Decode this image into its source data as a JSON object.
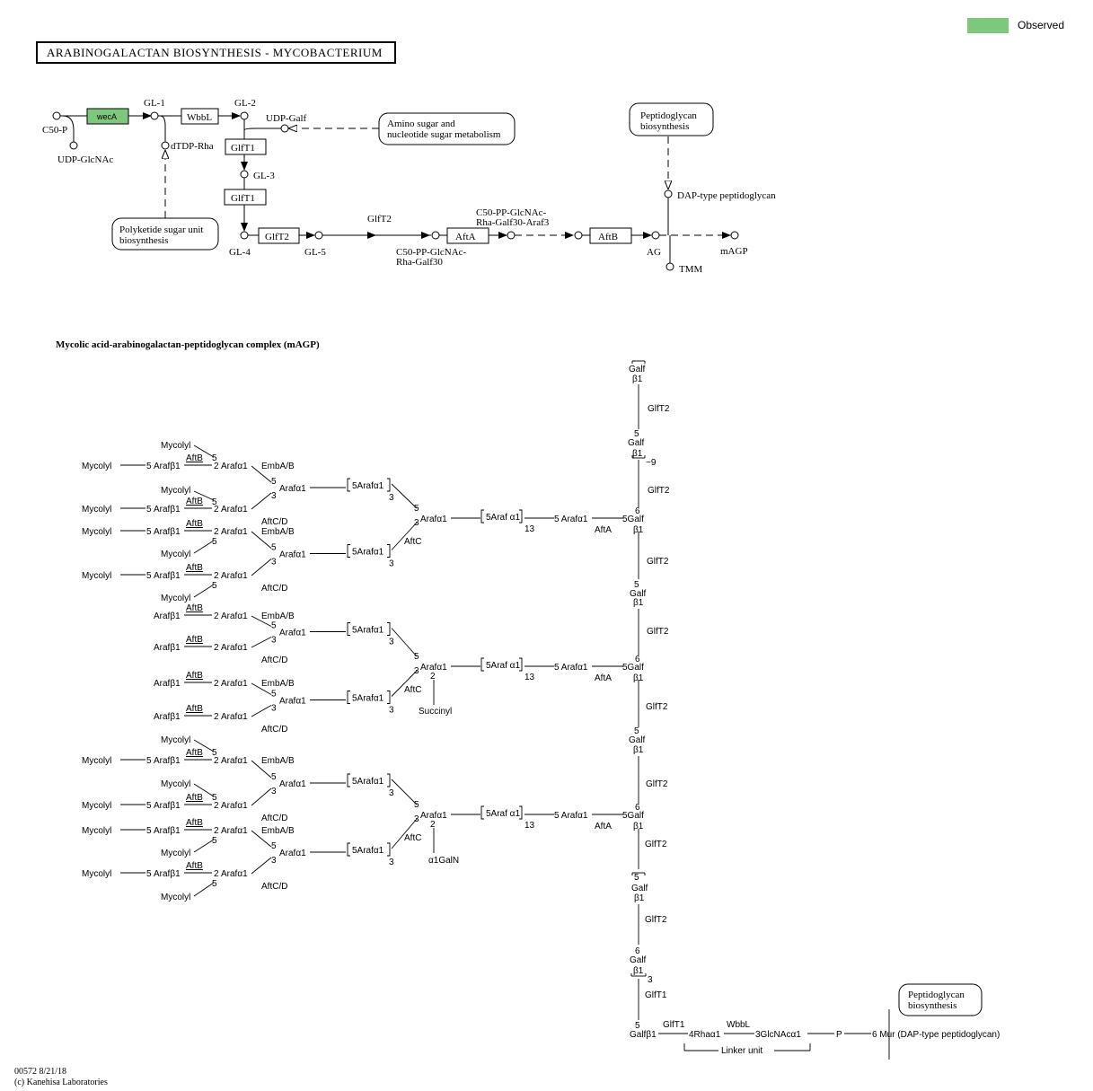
{
  "title": "ARABINOGALACTAN BIOSYNTHESIS - MYCOBACTERIUM",
  "legend": {
    "label": "Observed",
    "color": "#7ec87e"
  },
  "pathway": {
    "enzymes": [
      "wecA",
      "WbbL",
      "GlfT1",
      "GlfT1",
      "GlfT2",
      "AftA",
      "AftB"
    ],
    "compounds": {
      "c50p": "C50-P",
      "udpglcnac": "UDP-GlcNAc",
      "gl1": "GL-1",
      "gl2": "GL-2",
      "dtdprha": "dTDP-Rha",
      "udpgalf": "UDP-Galf",
      "gl3": "GL-3",
      "gl4": "GL-4",
      "gl5": "GL-5",
      "glft2_over": "GlfT2",
      "c50galf30_1": "C50-PP-GlcNAc-",
      "c50galf30_2": "Rha-Galf30",
      "c50araf3_1": "C50-PP-GlcNAc-",
      "c50araf3_2": "Rha-Galf30-Araf3",
      "ag": "AG",
      "magp": "mAGP",
      "tmm": "TMM",
      "dap": "DAP-type peptidoglycan"
    },
    "maps": {
      "amino_1": "Amino sugar and",
      "amino_2": "nucleotide sugar metabolism",
      "polyketide_1": "Polyketide sugar unit",
      "polyketide_2": "biosynthesis",
      "pepti_1": "Peptidoglycan",
      "pepti_2": "biosynthesis"
    }
  },
  "complex": {
    "title": "Mycolic acid-arabinogalactan-peptidoglycan complex (mAGP)",
    "labels": {
      "mycolyl": "Mycolyl",
      "arafb1": "Arafβ1",
      "arafa1": "Arafα1",
      "aftb": "AftB",
      "aftcd": "AftC/D",
      "embab": "EmbA/B",
      "aftc": "AftC",
      "afta": "AftA",
      "glft2": "GlfT2",
      "glft1": "GlfT1",
      "wbbl": "WbbL",
      "galf": "Galf",
      "beta1": "β1",
      "galfb1": "Galfβ1",
      "rha": "4Rhaα1",
      "glcnac": "3GlcNAcα1",
      "p": "P",
      "mur": "6 Mur (DAP-type peptidoglycan)",
      "linker": "Linker unit",
      "succinyl": "Succinyl",
      "galn": "α1GalN",
      "tilde9": "~9",
      "br5araf": "5Arafα1",
      "br5araf_b": "5Araf α1",
      "arafa1_5": "5 Arafα1",
      "galf5": "5Galf",
      "pepti_1": "Peptidoglycan",
      "pepti_2": "biosynthesis"
    }
  },
  "credits": {
    "line1": "00572 8/21/18",
    "line2": "(c) Kanehisa Laboratories"
  }
}
